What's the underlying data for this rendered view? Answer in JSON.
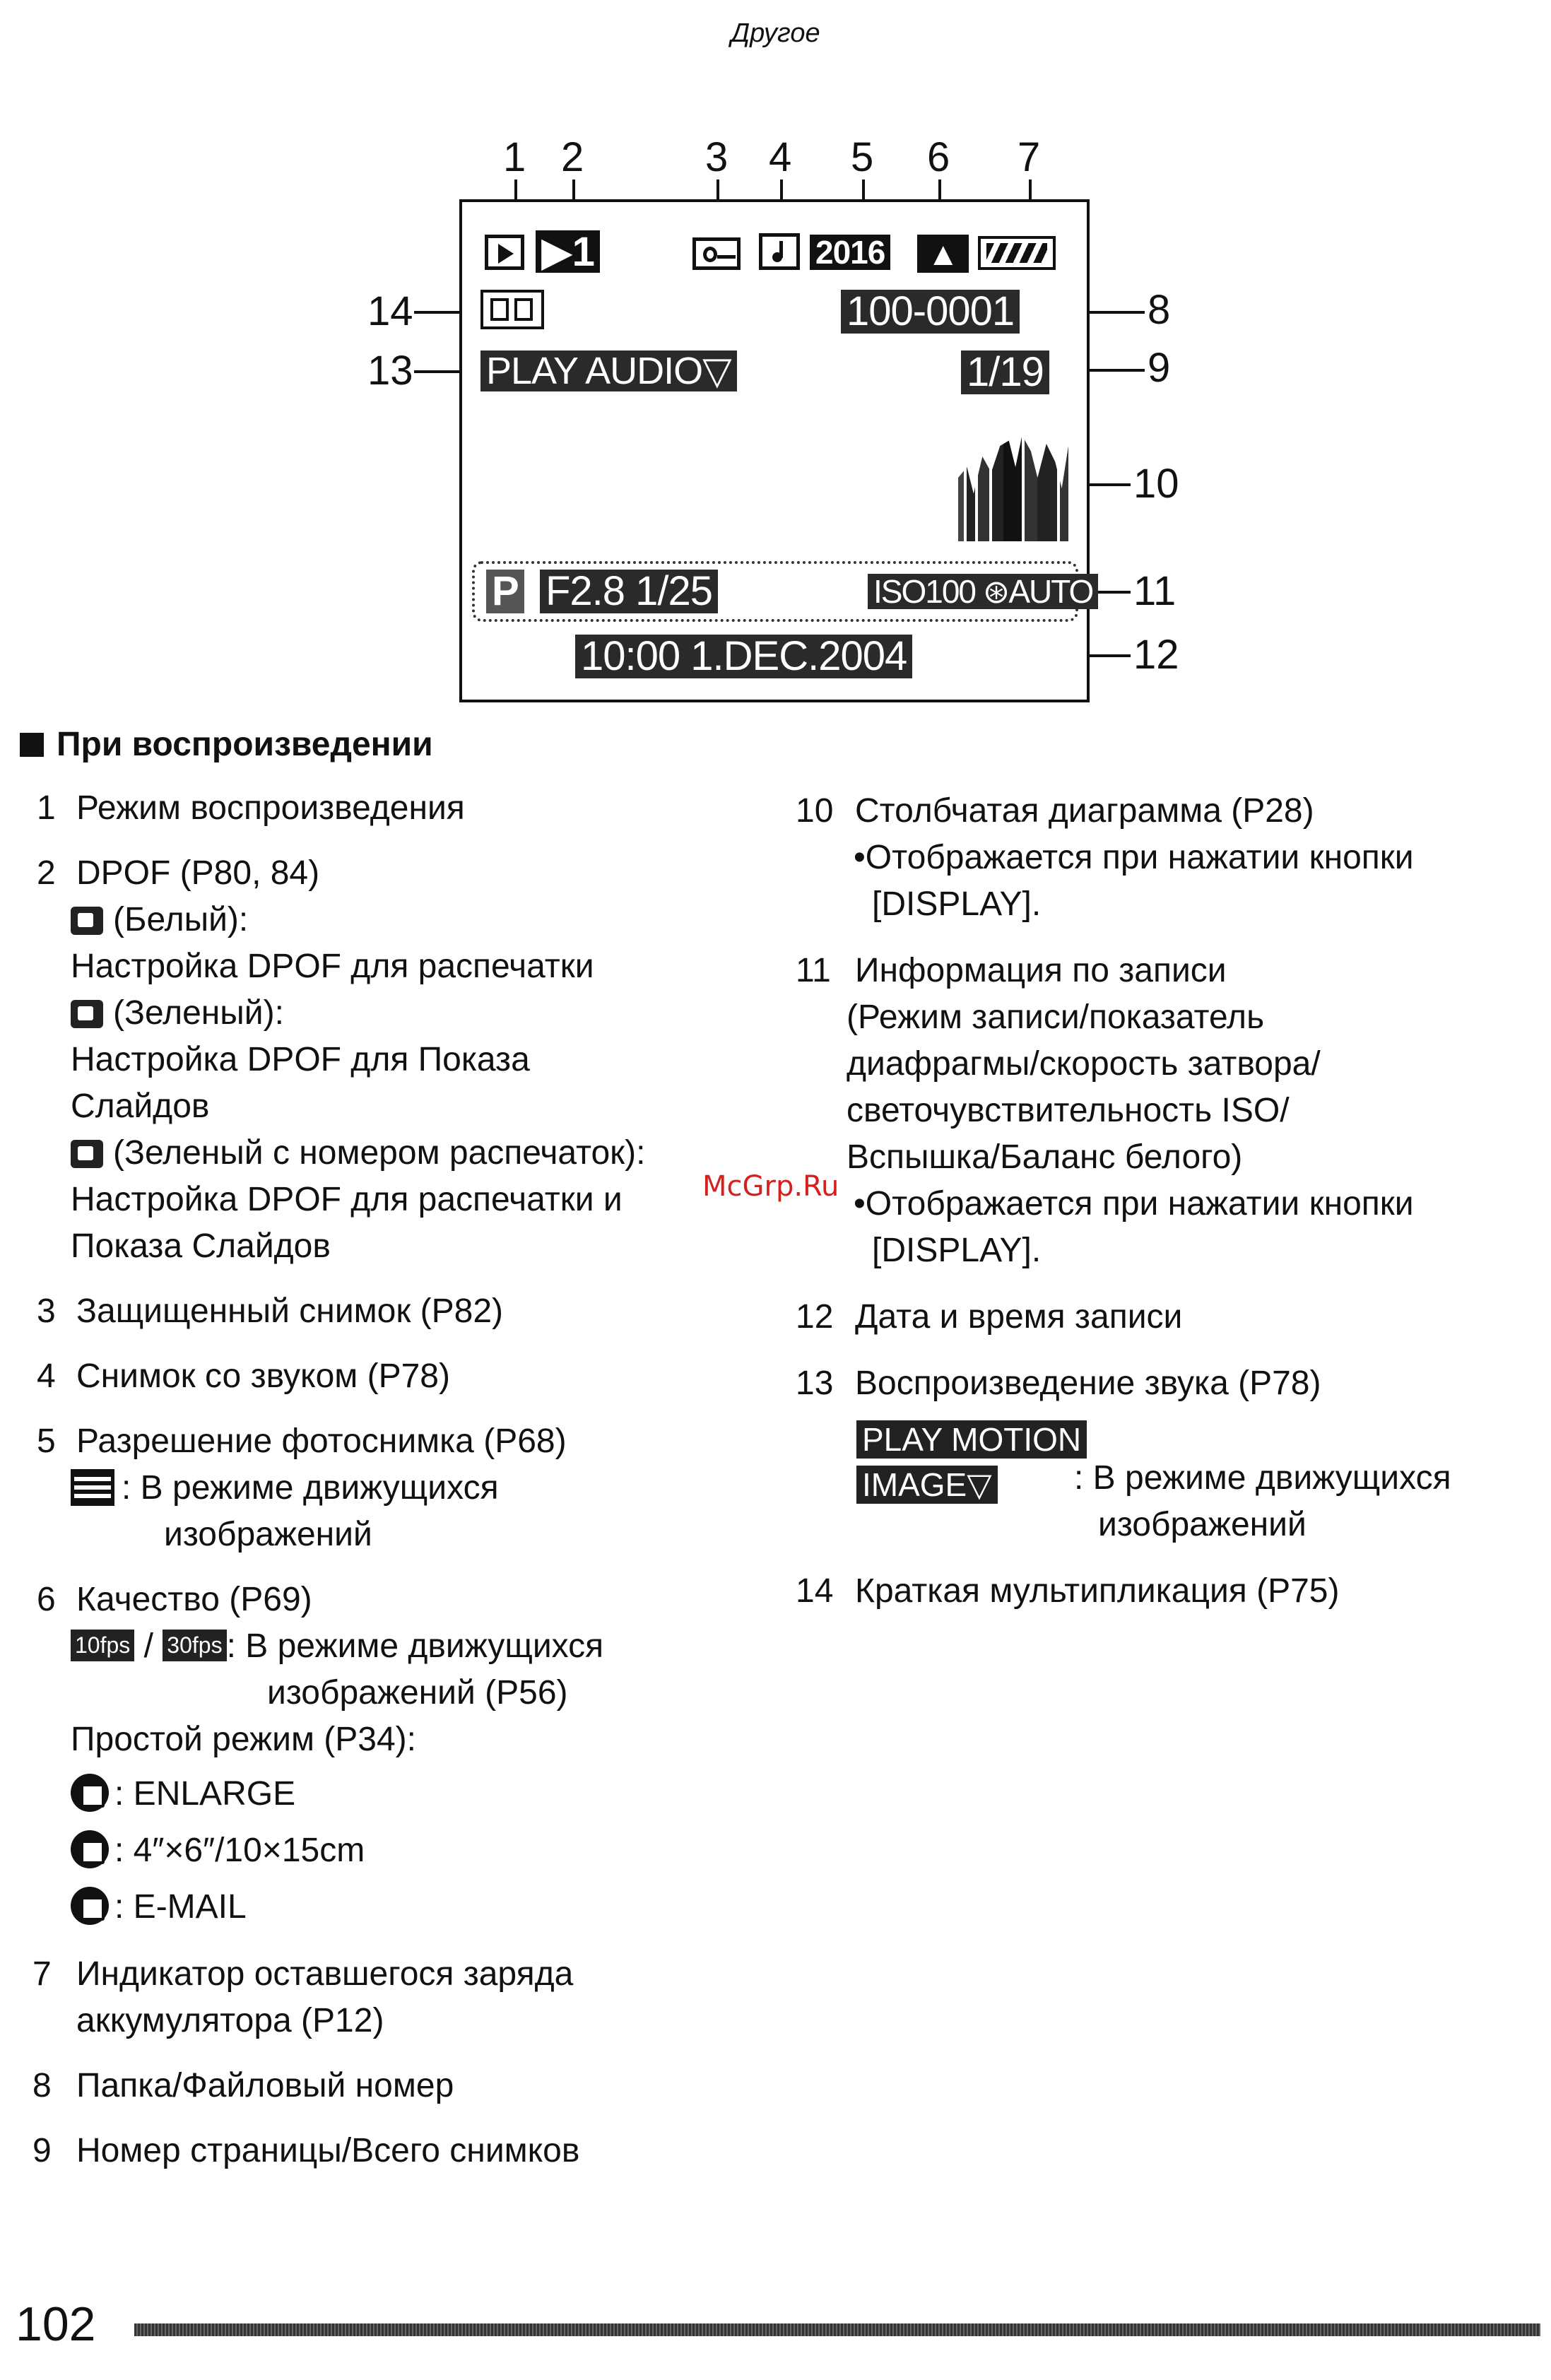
{
  "section_tag": "Другое",
  "diagram": {
    "callouts_top": [
      "1",
      "2",
      "3",
      "4",
      "5",
      "6",
      "7"
    ],
    "callouts_right": [
      "8",
      "9",
      "10",
      "11",
      "12"
    ],
    "callouts_left": [
      "14",
      "13"
    ],
    "dpof_count": "1",
    "resolution": "2016",
    "file_number": "100-0001",
    "page": "1/19",
    "play_audio": "PLAY AUDIO▽",
    "mode": "P",
    "aperture_shutter": "F2.8 1/25",
    "iso_info": "ISO100 ⊛AUTO",
    "datetime": "10:00  1.DEC.2004"
  },
  "heading": "При воспроизведении",
  "left_items": [
    {
      "num": "1",
      "lines": [
        "Режим воспроизведения"
      ]
    },
    {
      "num": "2",
      "lines": [
        "DPOF (P80, 84)",
        "(Белый):",
        "Настройка DPOF для распечатки",
        "(Зеленый):",
        "Настройка DPOF для Показа",
        "Слайдов",
        "(Зеленый с номером распечаток):",
        "Настройка DPOF для распечатки и",
        "Показа Слайдов"
      ]
    },
    {
      "num": "3",
      "lines": [
        "Защищенный снимок (P82)"
      ]
    },
    {
      "num": "4",
      "lines": [
        "Снимок со звуком (P78)"
      ]
    },
    {
      "num": "5",
      "lines": [
        "Разрешение фотоснимка (P68)",
        ":  В режиме движущихся",
        "изображений"
      ]
    },
    {
      "num": "6",
      "lines": [
        "Качество (P69)",
        ":  В режиме движущихся",
        "изображений (P56)",
        "Простой режим (P34):",
        ":  ENLARGE",
        ":  4″×6″/10×15cm",
        ":  E-MAIL"
      ]
    },
    {
      "num": "7",
      "lines": [
        "Индикатор оставшегося заряда",
        "аккумулятора (P12)"
      ]
    },
    {
      "num": "8",
      "lines": [
        "Папка/Файловый номер"
      ]
    },
    {
      "num": "9",
      "lines": [
        "Номер страницы/Всего снимков"
      ]
    }
  ],
  "fps_labels": [
    "10fps",
    "30fps"
  ],
  "right_items": [
    {
      "num": "10",
      "lines": [
        "Столбчатая диаграмма (P28)",
        "•Отображается при нажатии кнопки",
        "[DISPLAY]."
      ]
    },
    {
      "num": "11",
      "lines": [
        "Информация по записи",
        "(Режим записи/показатель",
        "диафрагмы/скорость затвора/",
        "светочувствительность ISO/",
        "Вспышка/Баланс белого)",
        "•Отображается при нажатии кнопки",
        "[DISPLAY]."
      ]
    },
    {
      "num": "12",
      "lines": [
        "Дата и время записи"
      ]
    },
    {
      "num": "13",
      "lines": [
        "Воспроизведение звука (P78)",
        ":  В режиме движущихся",
        "изображений"
      ]
    },
    {
      "num": "14",
      "lines": [
        "Краткая мультипликация (P75)"
      ]
    }
  ],
  "play_motion": [
    "PLAY MOTION",
    "IMAGE▽"
  ],
  "watermark": "McGrp.Ru",
  "page_number": "102"
}
